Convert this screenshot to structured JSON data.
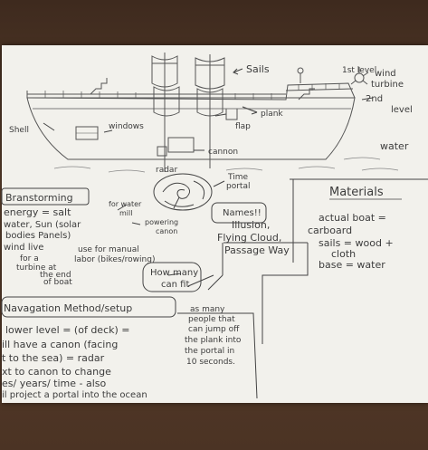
{
  "labels": {
    "sails": "Sails",
    "first_level": "1st level",
    "wind": "wind",
    "turbine": "turbine",
    "second_level": "2nd",
    "level": "level",
    "shell": "Shell",
    "windows": "windows",
    "plank": "plank",
    "flap": "flap",
    "cannon": "cannon",
    "water": "water",
    "radar": "radar",
    "time": "Time",
    "portal": "portal"
  },
  "brainstorming": {
    "title": "Branstorming",
    "lines": [
      "energy = salt",
      "water, Sun (solar",
      "bodies Panels)",
      "wind live",
      "for a",
      "turbine at",
      "the end",
      "of boat"
    ],
    "water_mill_1": "for water",
    "water_mill_2": "mill",
    "powering_1": "powering",
    "powering_2": "canon",
    "manual_1": "use for manual",
    "manual_2": "labor (bikes/rowing)"
  },
  "names": {
    "title": "Names!!",
    "line1": "Illusion,",
    "line2": "Flying Cloud,",
    "line3": "Passage Way"
  },
  "materials": {
    "title": "Materials",
    "item1": "actual boat =",
    "item1b": "carboard",
    "item2": "sails = wood +",
    "item2b": "cloth",
    "item3": "base = water"
  },
  "how_many": {
    "title1": "How many",
    "title2": "can fit",
    "answer": [
      "as many",
      "people that",
      "can jump off",
      "the plank into",
      "the portal in",
      "10 seconds."
    ]
  },
  "navigation": {
    "title": "Navagation Method/setup",
    "lines": [
      "lower level = (of deck) =",
      "ill have a canon (facing",
      "t to the sea) = radar",
      "xt to canon to change",
      "es/ years/ time - also",
      "il project a portal into the ocean"
    ]
  }
}
